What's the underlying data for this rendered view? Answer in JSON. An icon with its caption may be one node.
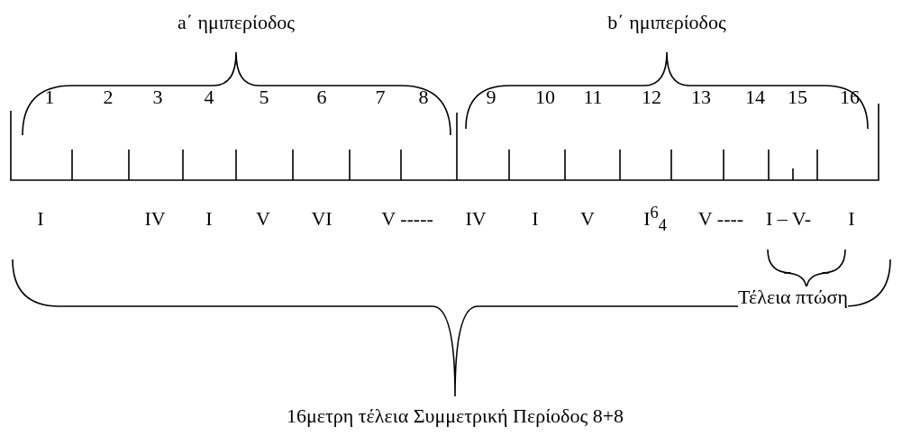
{
  "diagram": {
    "labels": [
      "a΄ ημιπερίοδος",
      "b΄ ημιπερίοδος",
      "1",
      "2",
      "3",
      "4",
      "5",
      "6",
      "7",
      "8",
      "9",
      "10",
      "11",
      "12",
      "13",
      "14",
      "15",
      "16",
      "I",
      "IV",
      "I",
      "V",
      "VI",
      "V -----",
      "IV",
      "I",
      "V",
      "I$^{6}$$_{4}$",
      "V ----",
      "I – V-",
      "I",
      "Τέλεια πτώση",
      "16μετρη τέλεια Συμμετρική Περίοδος 8+8"
    ]
  }
}
